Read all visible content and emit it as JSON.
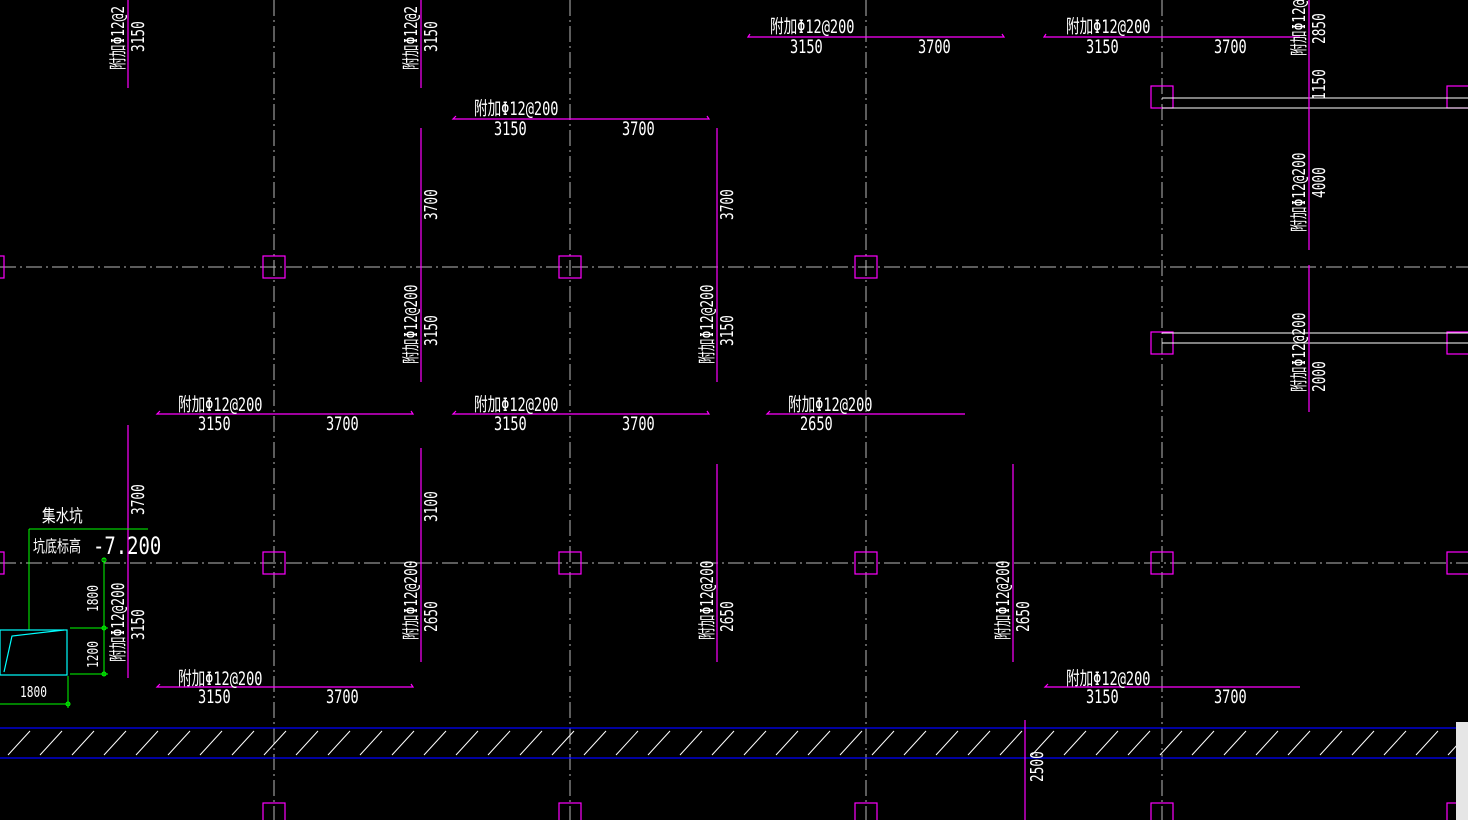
{
  "colors": {
    "background": "#000000",
    "grid": "#b8b8b8",
    "rebar": "#ff00ff",
    "text": "#ffffff",
    "pit": "#00ff00",
    "pit_shape": "#00ffff",
    "wall": "#0000ff",
    "hatch": "#ffffff",
    "side_bar": "#e6e6e6"
  },
  "rebar_runs": [
    {
      "label": "附加Φ12@200",
      "dims": [
        "3150",
        "3700"
      ]
    },
    {
      "label": "附加Φ12@200",
      "dims": [
        "3150",
        "3700"
      ]
    },
    {
      "label": "附加Φ12@200",
      "dims": [
        "3150",
        "3700"
      ]
    },
    {
      "label": "附加Φ12@200",
      "dims": [
        "3150",
        "3700"
      ]
    },
    {
      "label": "附加Φ12@200",
      "dims": [
        "3150",
        "3700"
      ]
    },
    {
      "label": "附加Φ12@200",
      "dims": [
        "2650"
      ]
    },
    {
      "label": "附加Φ12@200",
      "dims": [
        "3150",
        "3700"
      ]
    },
    {
      "label": "附加Φ12@200",
      "dims": [
        "3150",
        "3700"
      ]
    }
  ],
  "vertical_runs": [
    {
      "label": "附加Φ12@2",
      "dims": [
        "3150"
      ]
    },
    {
      "label": "附加Φ12@2",
      "dims": [
        "3150"
      ]
    },
    {
      "label": "",
      "dims": [
        "3700"
      ]
    },
    {
      "label": "附加Φ12@200",
      "dims": [
        "3150"
      ]
    },
    {
      "label": "",
      "dims": [
        "3700"
      ]
    },
    {
      "label": "附加Φ12@200",
      "dims": [
        "3150"
      ]
    },
    {
      "label": "",
      "dims": [
        "3700"
      ]
    },
    {
      "label": "",
      "dims": [
        "3100"
      ]
    },
    {
      "label": "附加Φ12@200",
      "dims": [
        "2650"
      ]
    },
    {
      "label": "附加Φ12@200",
      "dims": [
        "2650"
      ]
    },
    {
      "label": "附加Φ12@200",
      "dims": [
        "2650"
      ]
    },
    {
      "label": "附加Φ12@200",
      "dims": [
        "3150"
      ]
    },
    {
      "label": "附加Φ12@2",
      "dims": [
        "2850"
      ]
    },
    {
      "label": "",
      "dims": [
        "1150"
      ]
    },
    {
      "label": "附加Φ12@200",
      "dims": [
        "4000"
      ]
    },
    {
      "label": "附加Φ12@200",
      "dims": [
        "2000"
      ]
    },
    {
      "label": "",
      "dims": [
        "2500"
      ]
    }
  ],
  "sump_pit": {
    "title": "集水坑",
    "elev_label": "坑底标高",
    "elev_value": "-7.200",
    "dim_1800_v": "1800",
    "dim_1200": "1200",
    "dim_1800_h": "1800"
  }
}
